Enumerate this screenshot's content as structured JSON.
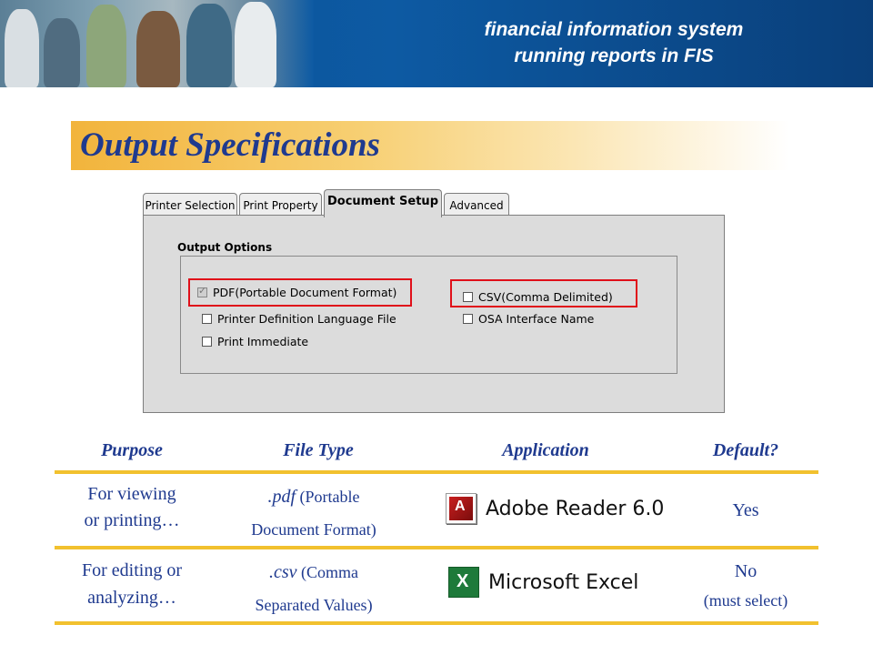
{
  "header": {
    "title_line1": "financial information system",
    "title_line2": "running reports in FIS"
  },
  "section_title": "Output Specifications",
  "dialog": {
    "tabs": [
      {
        "label": "Printer Selection",
        "active": false
      },
      {
        "label": "Print Property",
        "active": false
      },
      {
        "label": "Document Setup",
        "active": true
      },
      {
        "label": "Advanced",
        "active": false
      }
    ],
    "group_label": "Output Options",
    "options": [
      {
        "label": "PDF(Portable Document Format)",
        "checked": true,
        "highlighted": true
      },
      {
        "label": "Printer Definition Language File",
        "checked": false,
        "highlighted": false
      },
      {
        "label": "Print Immediate",
        "checked": false,
        "highlighted": false
      },
      {
        "label": "CSV(Comma Delimited)",
        "checked": false,
        "highlighted": true
      },
      {
        "label": "OSA Interface Name",
        "checked": false,
        "highlighted": false
      }
    ]
  },
  "table": {
    "headers": [
      "Purpose",
      "File Type",
      "Application",
      "Default?"
    ],
    "rows": [
      {
        "purpose_line1": "For viewing",
        "purpose_line2": "or printing…",
        "filetype_ext": ".pdf",
        "filetype_line1": " (Portable",
        "filetype_line2": "Document Format)",
        "application": "Adobe Reader 6.0",
        "application_icon": "adobe-reader-icon",
        "default_line1": "Yes",
        "default_line2": ""
      },
      {
        "purpose_line1": "For editing or",
        "purpose_line2": "analyzing…",
        "filetype_ext": ".csv",
        "filetype_line1": " (Comma",
        "filetype_line2": "Separated Values)",
        "application": "Microsoft Excel",
        "application_icon": "microsoft-excel-icon",
        "default_line1": "No",
        "default_line2": "(must select)"
      }
    ]
  },
  "colors": {
    "banner_blue": "#0d5aa3",
    "heading_text": "#1f3a8f",
    "heading_bar": "#f2b43c",
    "rule_gold": "#f2c12e",
    "highlight_red": "#e0101a"
  }
}
